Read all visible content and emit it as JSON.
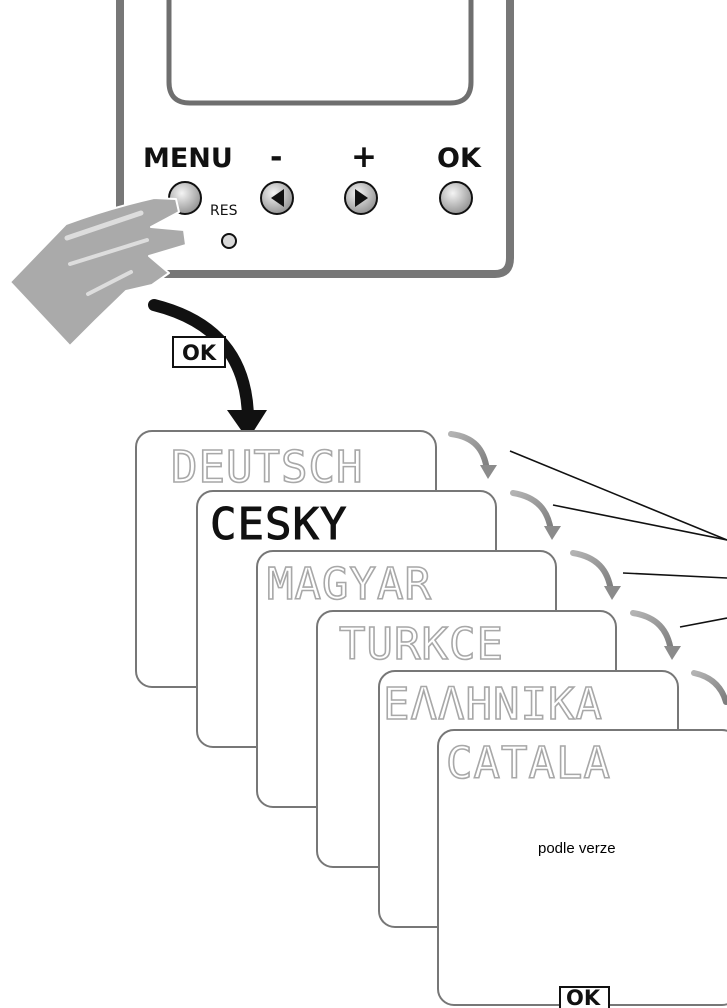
{
  "remote": {
    "menu_label": "MENU",
    "minus_label": "-",
    "plus_label": "+",
    "ok_label": "OK",
    "reset_label": "RES"
  },
  "ok_badge_label": "OK",
  "languages": [
    "DEUTSCH",
    "CESKY",
    "MAGYAR",
    "TURKCE",
    "EΛΛHNIKA",
    "CATALA"
  ],
  "selected_language": "CESKY",
  "note_text": "podle verze",
  "bottom_ok_label": "OK",
  "colors": {
    "outline": "#111111",
    "panel_border": "#777777",
    "dim_text": "#a8a8a8",
    "hand": "#aaaaaa"
  }
}
